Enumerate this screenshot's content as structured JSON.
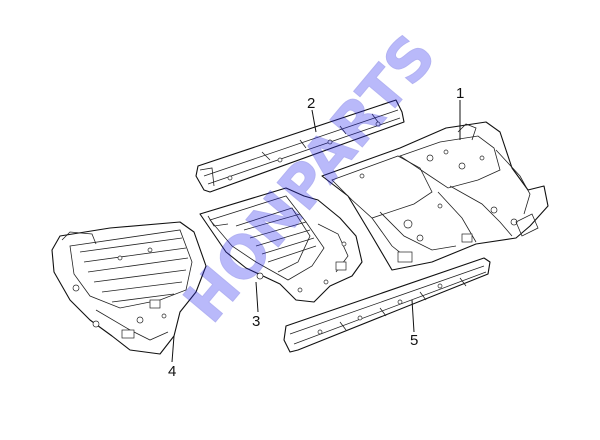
{
  "callouts": [
    {
      "id": "1",
      "label": "1"
    },
    {
      "id": "2",
      "label": "2"
    },
    {
      "id": "3",
      "label": "3"
    },
    {
      "id": "4",
      "label": "4"
    },
    {
      "id": "5",
      "label": "5"
    }
  ],
  "watermark": {
    "text": "HONPARTS",
    "color": "#2e2ef0"
  },
  "colors": {
    "line": "#111111",
    "background": "#ffffff"
  }
}
